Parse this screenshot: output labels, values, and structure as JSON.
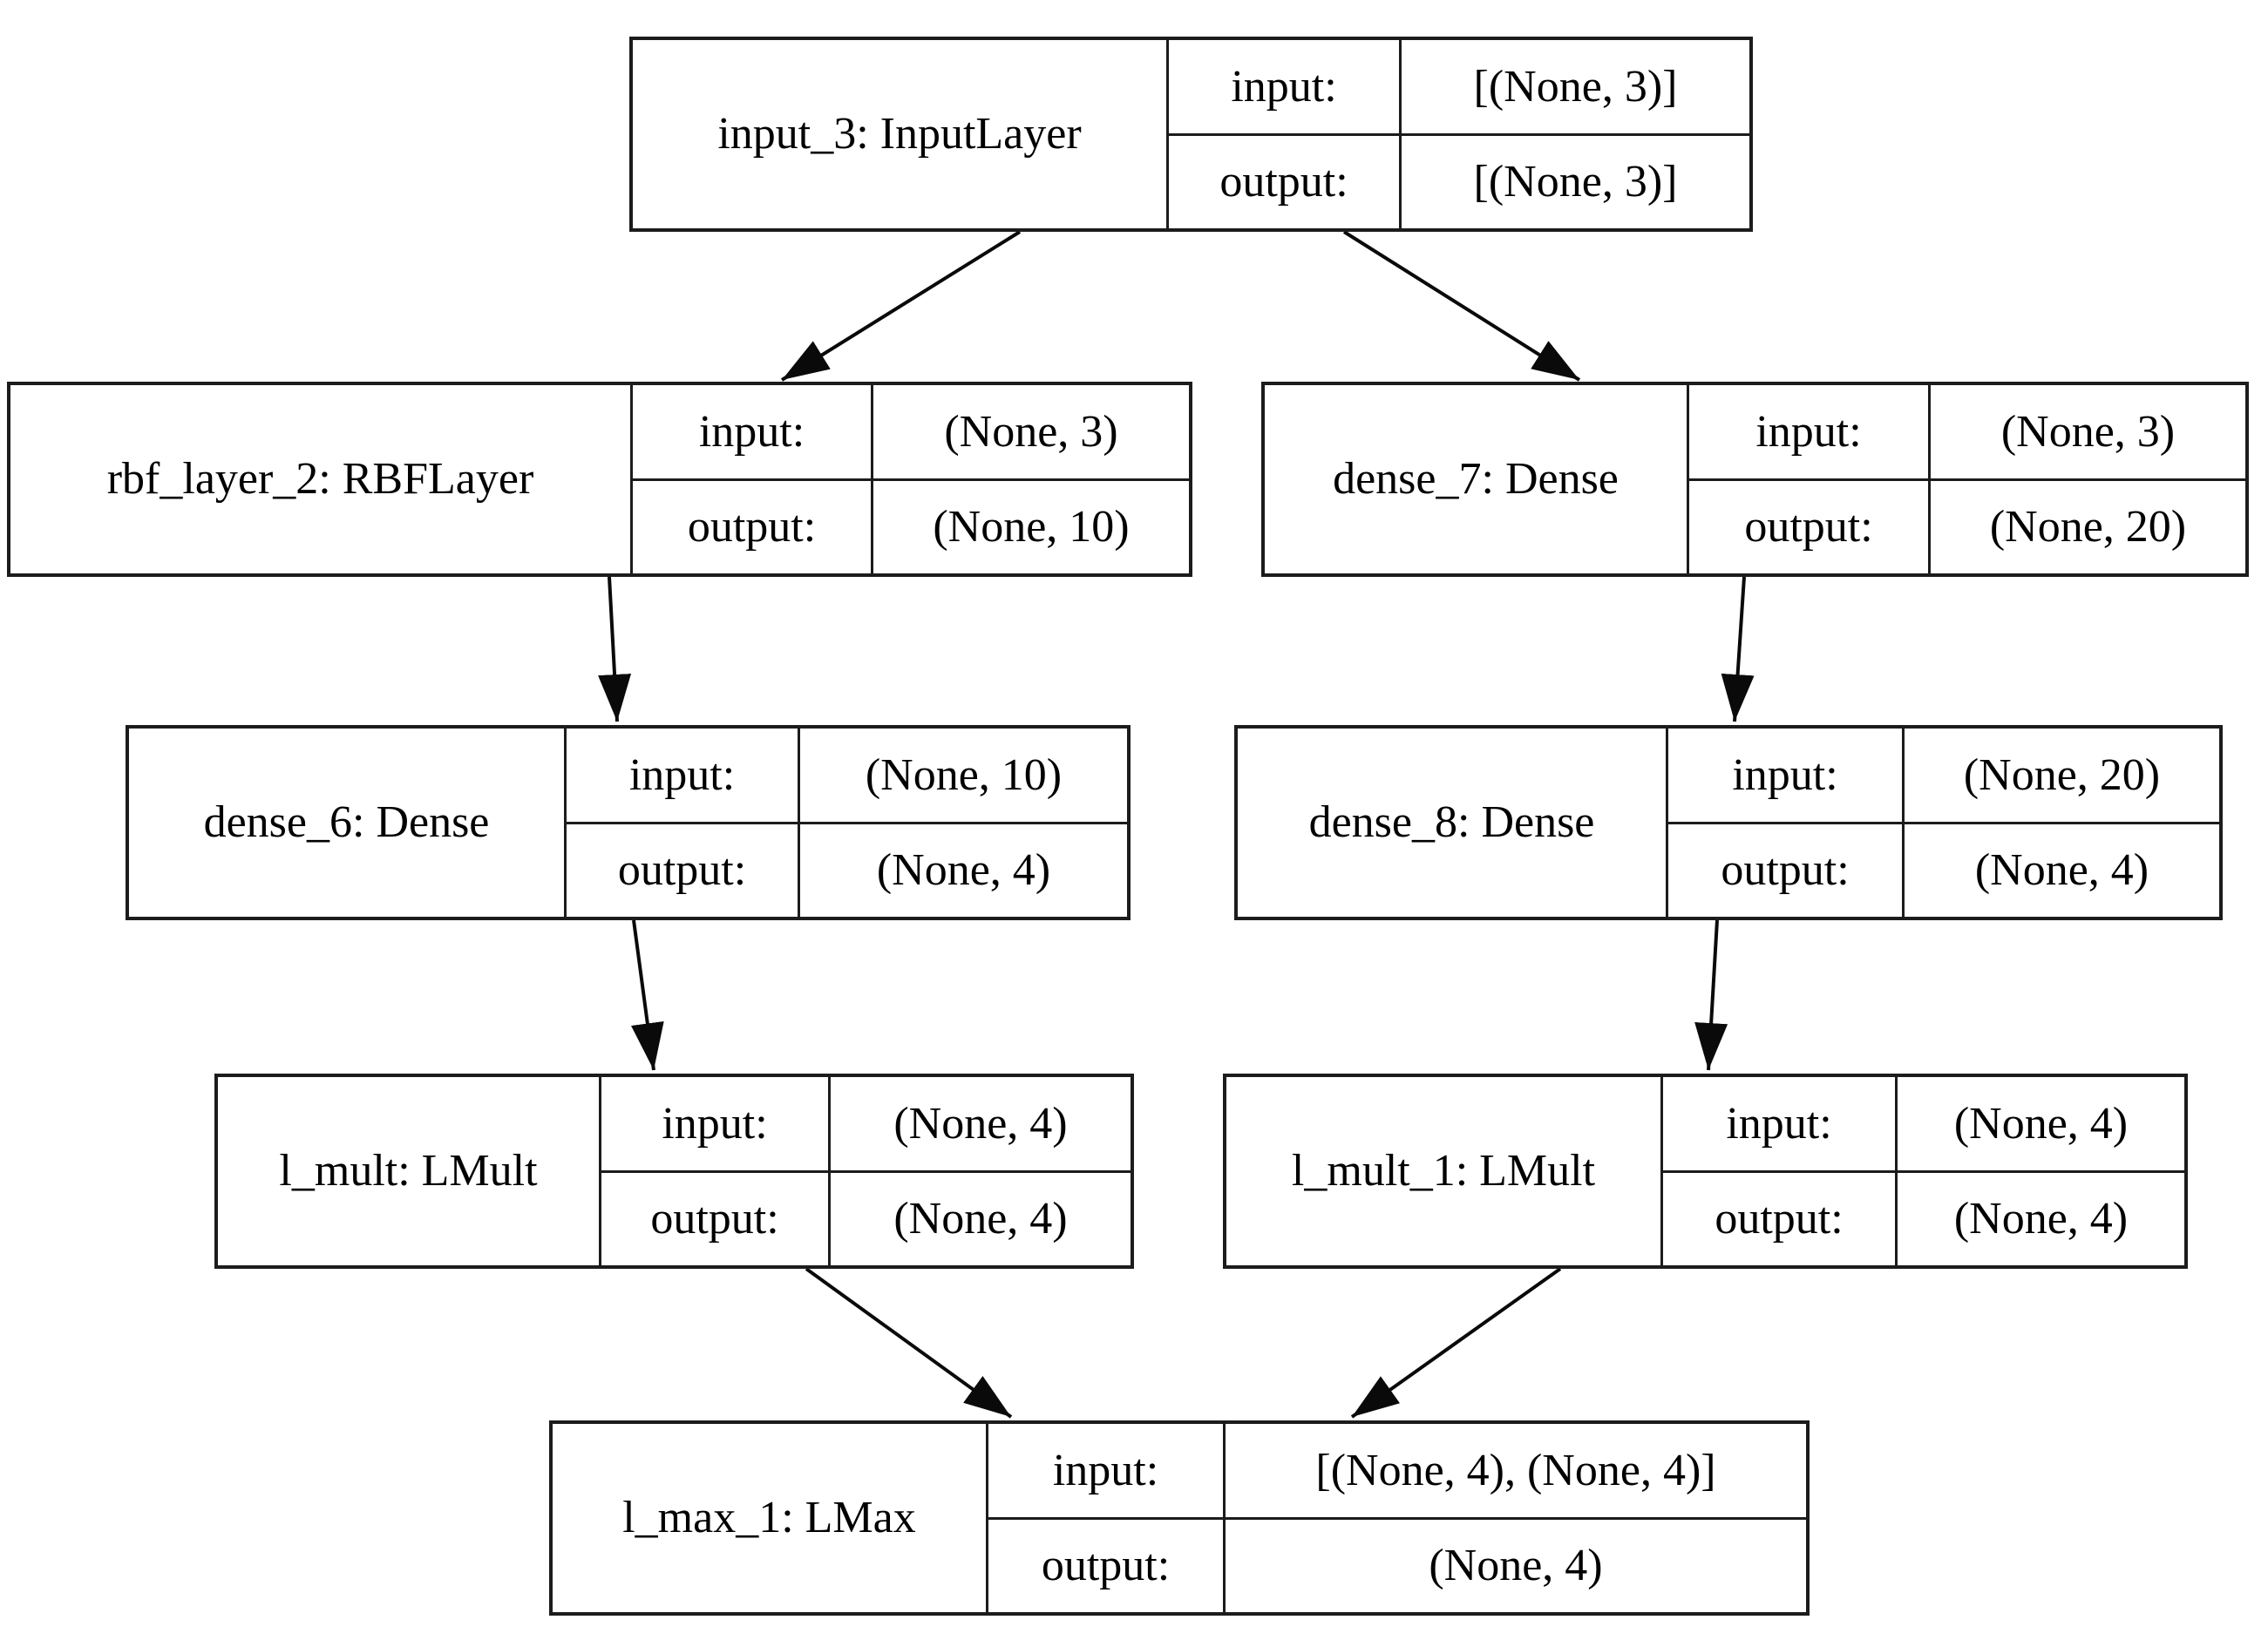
{
  "labels": {
    "input": "input:",
    "output": "output:"
  },
  "nodes": {
    "input_3": {
      "label": "input_3: InputLayer",
      "input_value": "[(None, 3)]",
      "output_value": "[(None, 3)]"
    },
    "rbf_layer_2": {
      "label": "rbf_layer_2: RBFLayer",
      "input_value": "(None, 3)",
      "output_value": "(None, 10)"
    },
    "dense_7": {
      "label": "dense_7: Dense",
      "input_value": "(None, 3)",
      "output_value": "(None, 20)"
    },
    "dense_6": {
      "label": "dense_6: Dense",
      "input_value": "(None, 10)",
      "output_value": "(None, 4)"
    },
    "dense_8": {
      "label": "dense_8: Dense",
      "input_value": "(None, 20)",
      "output_value": "(None, 4)"
    },
    "l_mult": {
      "label": "l_mult: LMult",
      "input_value": "(None, 4)",
      "output_value": "(None, 4)"
    },
    "l_mult_1": {
      "label": "l_mult_1: LMult",
      "input_value": "(None, 4)",
      "output_value": "(None, 4)"
    },
    "l_max_1": {
      "label": "l_max_1: LMax",
      "input_value": "[(None, 4), (None, 4)]",
      "output_value": "(None, 4)"
    }
  },
  "edges": [
    {
      "from": "input_3",
      "to": "rbf_layer_2"
    },
    {
      "from": "input_3",
      "to": "dense_7"
    },
    {
      "from": "rbf_layer_2",
      "to": "dense_6"
    },
    {
      "from": "dense_7",
      "to": "dense_8"
    },
    {
      "from": "dense_6",
      "to": "l_mult"
    },
    {
      "from": "dense_8",
      "to": "l_mult_1"
    },
    {
      "from": "l_mult",
      "to": "l_max_1"
    },
    {
      "from": "l_mult_1",
      "to": "l_max_1"
    }
  ],
  "colors": {
    "background": "#ffffff",
    "box_border": "#1c1c1c",
    "text": "#000000",
    "edge": "#0a0a0a"
  }
}
